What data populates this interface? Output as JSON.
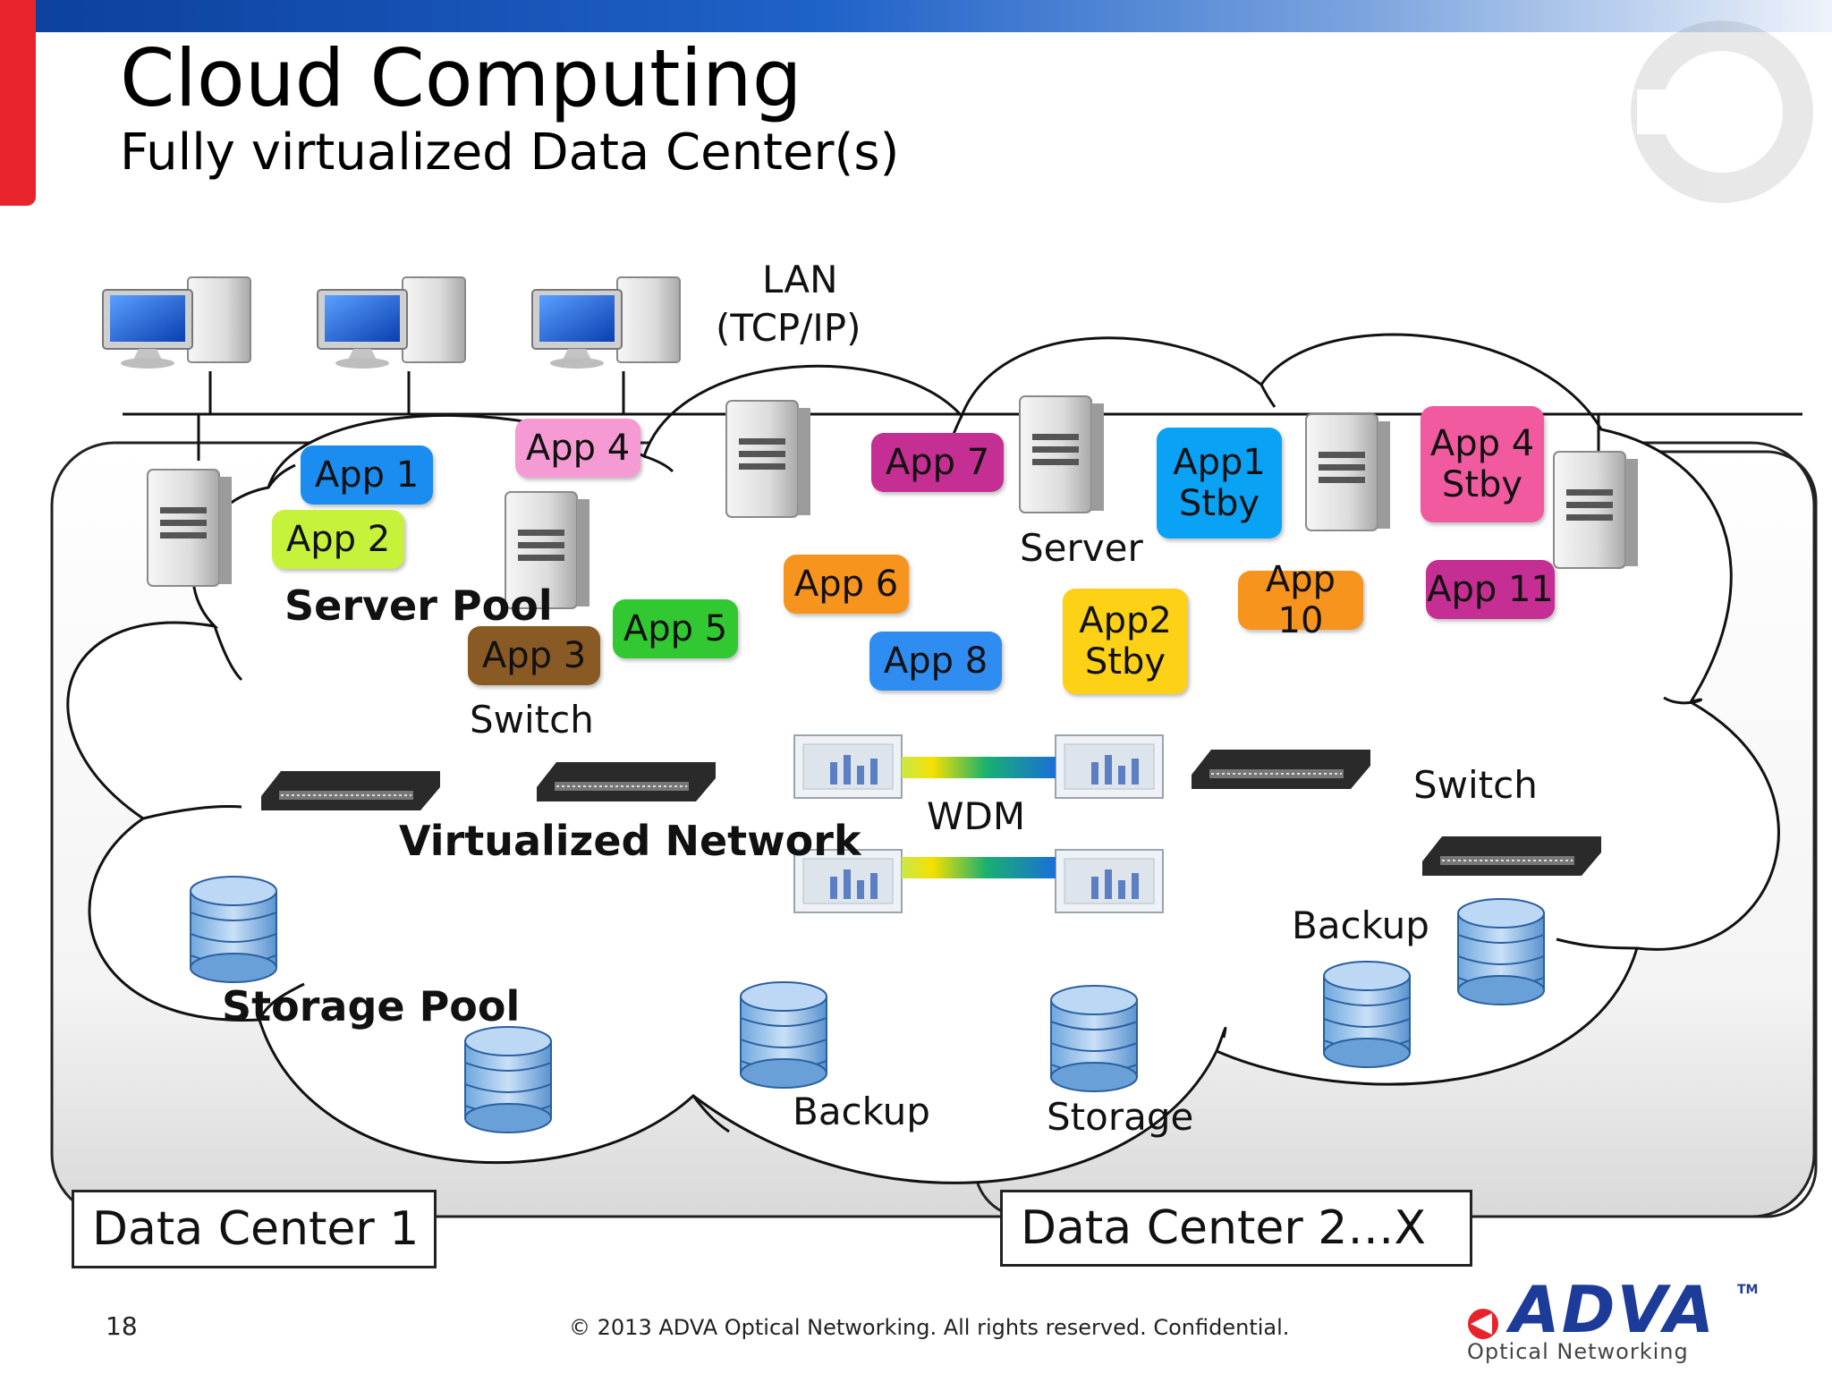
{
  "header": {
    "title": "Cloud Computing",
    "subtitle": "Fully virtualized Data Center(s)"
  },
  "diagram": {
    "lan_label_line1": "LAN",
    "lan_label_line2": "(TCP/IP)",
    "server_pool_label": "Server Pool",
    "server_label": "Server",
    "switch_label_left": "Switch",
    "switch_label_right": "Switch",
    "wdm_label": "WDM",
    "virtualized_network_label": "Virtualized Network",
    "storage_pool_label": "Storage Pool",
    "backup_label_center": "Backup",
    "backup_label_right": "Backup",
    "storage_label": "Storage",
    "apps": [
      {
        "label": "App 1",
        "color": "#1b8cf0"
      },
      {
        "label": "App 2",
        "color": "#c6f23c"
      },
      {
        "label": "App 3",
        "color": "#8a5a25"
      },
      {
        "label": "App 4",
        "color": "#f59ad2"
      },
      {
        "label": "App 5",
        "color": "#32c832"
      },
      {
        "label": "App 6",
        "color": "#f7941d"
      },
      {
        "label": "App 7",
        "color": "#c52e93"
      },
      {
        "label": "App 8",
        "color": "#2f8cf0"
      },
      {
        "label": "App1\nStby",
        "color": "#0aa2f5"
      },
      {
        "label": "App2\nStby",
        "color": "#fcd116"
      },
      {
        "label": "App 10",
        "color": "#f7941d"
      },
      {
        "label": "App 4\nStby",
        "color": "#f25aa0"
      },
      {
        "label": "App 11",
        "color": "#c52e93"
      }
    ],
    "data_center_1": "Data Center 1",
    "data_center_2": "Data Center 2…X"
  },
  "footer": {
    "page_number": "18",
    "copyright": "© 2013 ADVA Optical Networking. All rights reserved. Confidential.",
    "logo_text": "ADVA",
    "logo_tm": "TM",
    "logo_subtext": "Optical Networking"
  }
}
